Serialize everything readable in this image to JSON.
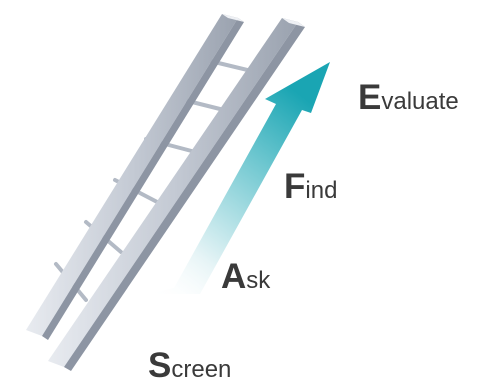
{
  "steps": [
    {
      "initial": "E",
      "rest": "valuate"
    },
    {
      "initial": "F",
      "rest": "ind"
    },
    {
      "initial": "A",
      "rest": "sk"
    },
    {
      "initial": "S",
      "rest": "creen"
    }
  ],
  "colors": {
    "arrow_top": "#1aa5b3",
    "arrow_bottom": "#ffffff",
    "ladder_light": "#dfe3ea",
    "ladder_mid": "#b9c0cb",
    "ladder_dark": "#8d95a3",
    "text": "#3a3a3a"
  }
}
